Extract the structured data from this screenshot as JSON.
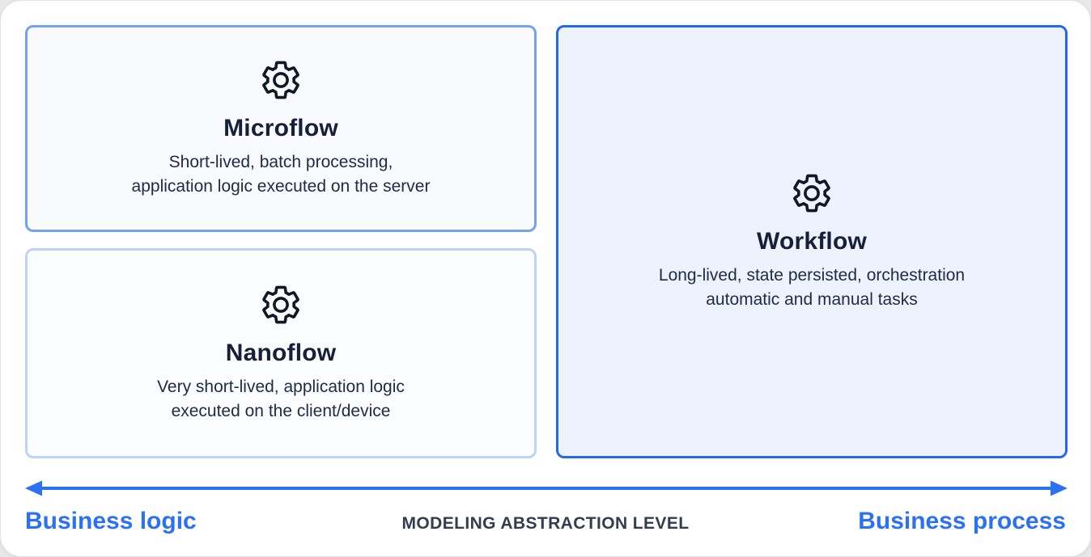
{
  "diagram": {
    "cards": [
      {
        "key": "microflow",
        "icon": "gear-icon",
        "title": "Microflow",
        "description": "Short-lived, batch processing,\napplication logic executed on the server"
      },
      {
        "key": "nanoflow",
        "icon": "gear-icon",
        "title": "Nanoflow",
        "description": "Very short-lived, application logic\nexecuted on the client/device"
      },
      {
        "key": "workflow",
        "icon": "gear-icon",
        "title": "Workflow",
        "description": "Long-lived, state persisted, orchestration\nautomatic and manual tasks"
      }
    ],
    "axis": {
      "left_label": "Business logic",
      "center_label": "MODELING ABSTRACTION LEVEL",
      "right_label": "Business process"
    },
    "colors": {
      "accent_blue": "#2B72F2",
      "workflow_border": "#2269EE",
      "microflow_border": "#74A1F1",
      "nanoflow_border": "#BDD4F7",
      "microflow_bg": "#F8FAFE",
      "nanoflow_bg": "#FBFCFE",
      "workflow_bg": "#EEF2FC",
      "title_text": "#16203A",
      "body_text": "#1F2A44",
      "axis_label_text": "#333D4E"
    }
  }
}
